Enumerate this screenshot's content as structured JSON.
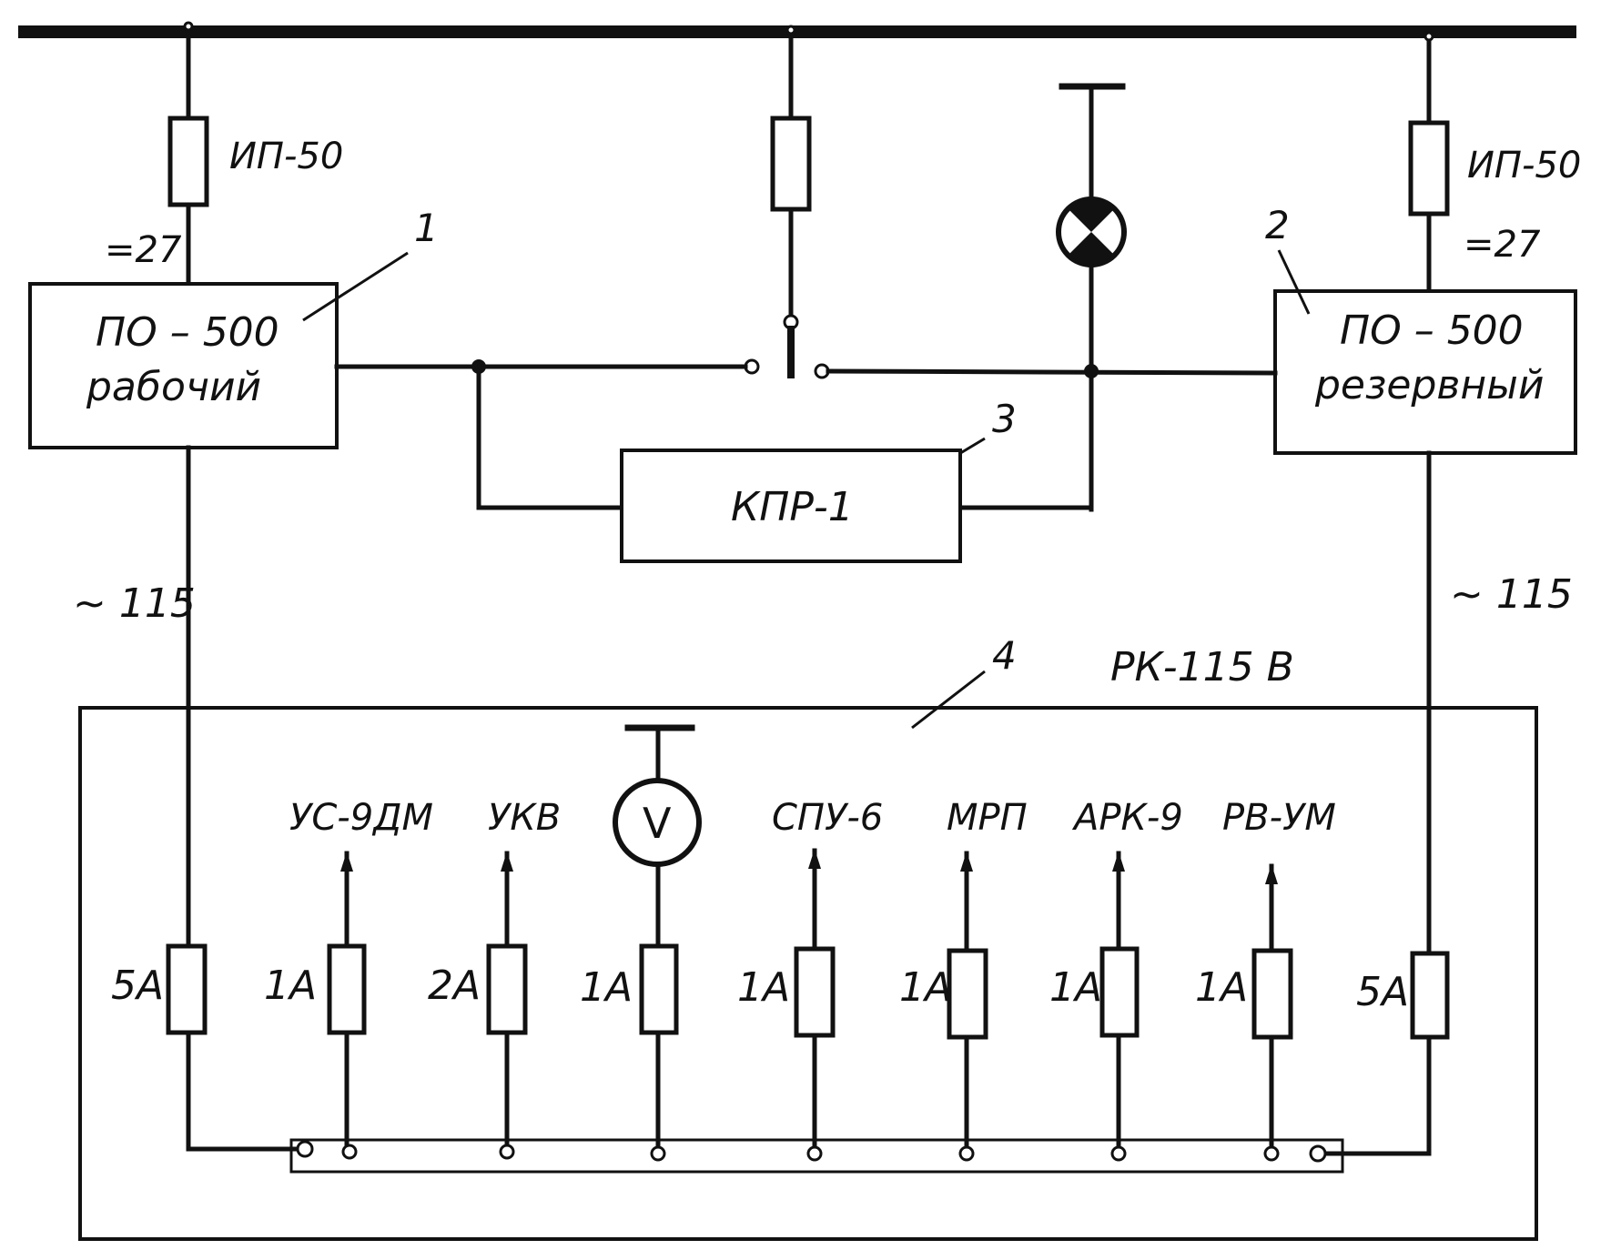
{
  "labels": {
    "fuse_top_left": "ИП-50",
    "fuse_top_right": "ИП-50",
    "dc_left": "=27",
    "dc_right": "=27",
    "conv1_line1": "ПО – 500",
    "conv1_line2": "рабочий",
    "conv2_line1": "ПО – 500",
    "conv2_line2": "резервный",
    "kpr": "КПР-1",
    "ac_left": "~ 115",
    "ac_right": "~ 115",
    "rk": "РК-115 В",
    "voltmeter": "V",
    "ref1": "1",
    "ref2": "2",
    "ref3": "3",
    "ref4": "4"
  },
  "consumers": [
    "УС-9ДМ",
    "УКВ",
    "СПУ-6",
    "МРП",
    "АРК-9",
    "РВ-УМ"
  ],
  "fuse_ratings": [
    "5А",
    "1А",
    "2А",
    "1А",
    "1А",
    "1А",
    "1А",
    "1А",
    "5А"
  ]
}
